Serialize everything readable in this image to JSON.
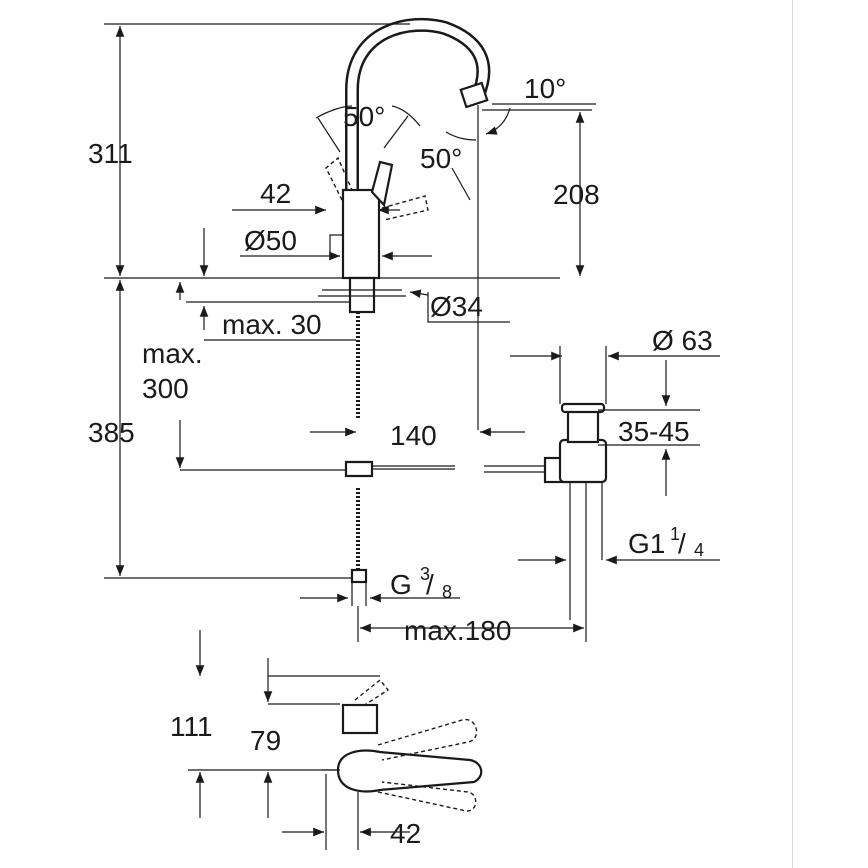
{
  "dimensions": {
    "total_height_above": "311",
    "spout_angle": "10°",
    "lever_angle_left": "50°",
    "lever_angle_right": "50°",
    "spout_height": "208",
    "lever_offset": "42",
    "body_diameter": "Ø50",
    "hole_diameter": "Ø34",
    "max_deck": "max. 30",
    "max_300_line1": "max.",
    "max_300_line2": "300",
    "below_deck": "385",
    "reach": "140",
    "waste_diameter": "Ø 63",
    "waste_range": "35-45",
    "waste_thread_base": "G1",
    "waste_thread_num": "1",
    "waste_thread_den": "4",
    "supply_thread_base": "G",
    "supply_thread_num": "3",
    "supply_thread_den": "8",
    "max_180": "max.180",
    "plan_depth": "111",
    "plan_lever": "79",
    "plan_width": "42"
  }
}
